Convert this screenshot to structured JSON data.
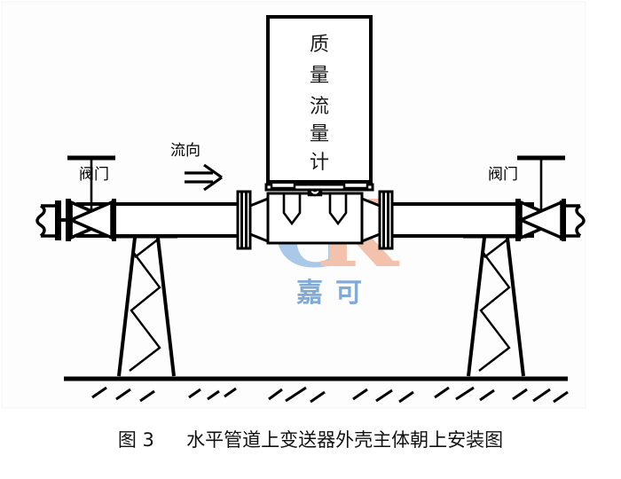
{
  "figure": {
    "caption_number": "图 3",
    "caption_text": "水平管道上变送器外壳主体朝上安装图",
    "background_color": "#ffffff",
    "line_color": "#000000",
    "panel_color": "#fdfdfd"
  },
  "transmitter": {
    "name": "质量流量计",
    "label_chars": [
      "质",
      "量",
      "流",
      "量",
      "计"
    ],
    "box_fill": "#ffffff",
    "box_stroke": "#000000"
  },
  "flow": {
    "label": "流向",
    "arrow": "⇒",
    "direction": "right"
  },
  "valves": {
    "left_label": "阀门",
    "right_label": "阀门"
  },
  "watermark": {
    "logo_letters": [
      "G",
      "K"
    ],
    "brand_text": "嘉可",
    "g_color": "#a8c6e8",
    "k_color": "#f2bfa8",
    "text_color": "#7ba7d4"
  },
  "ground": {
    "hatch_cluster_count": 6,
    "strokes_per_cluster": 3
  },
  "supports": {
    "left_name": "lattice-support-left",
    "right_name": "lattice-support-right",
    "count": 2
  }
}
